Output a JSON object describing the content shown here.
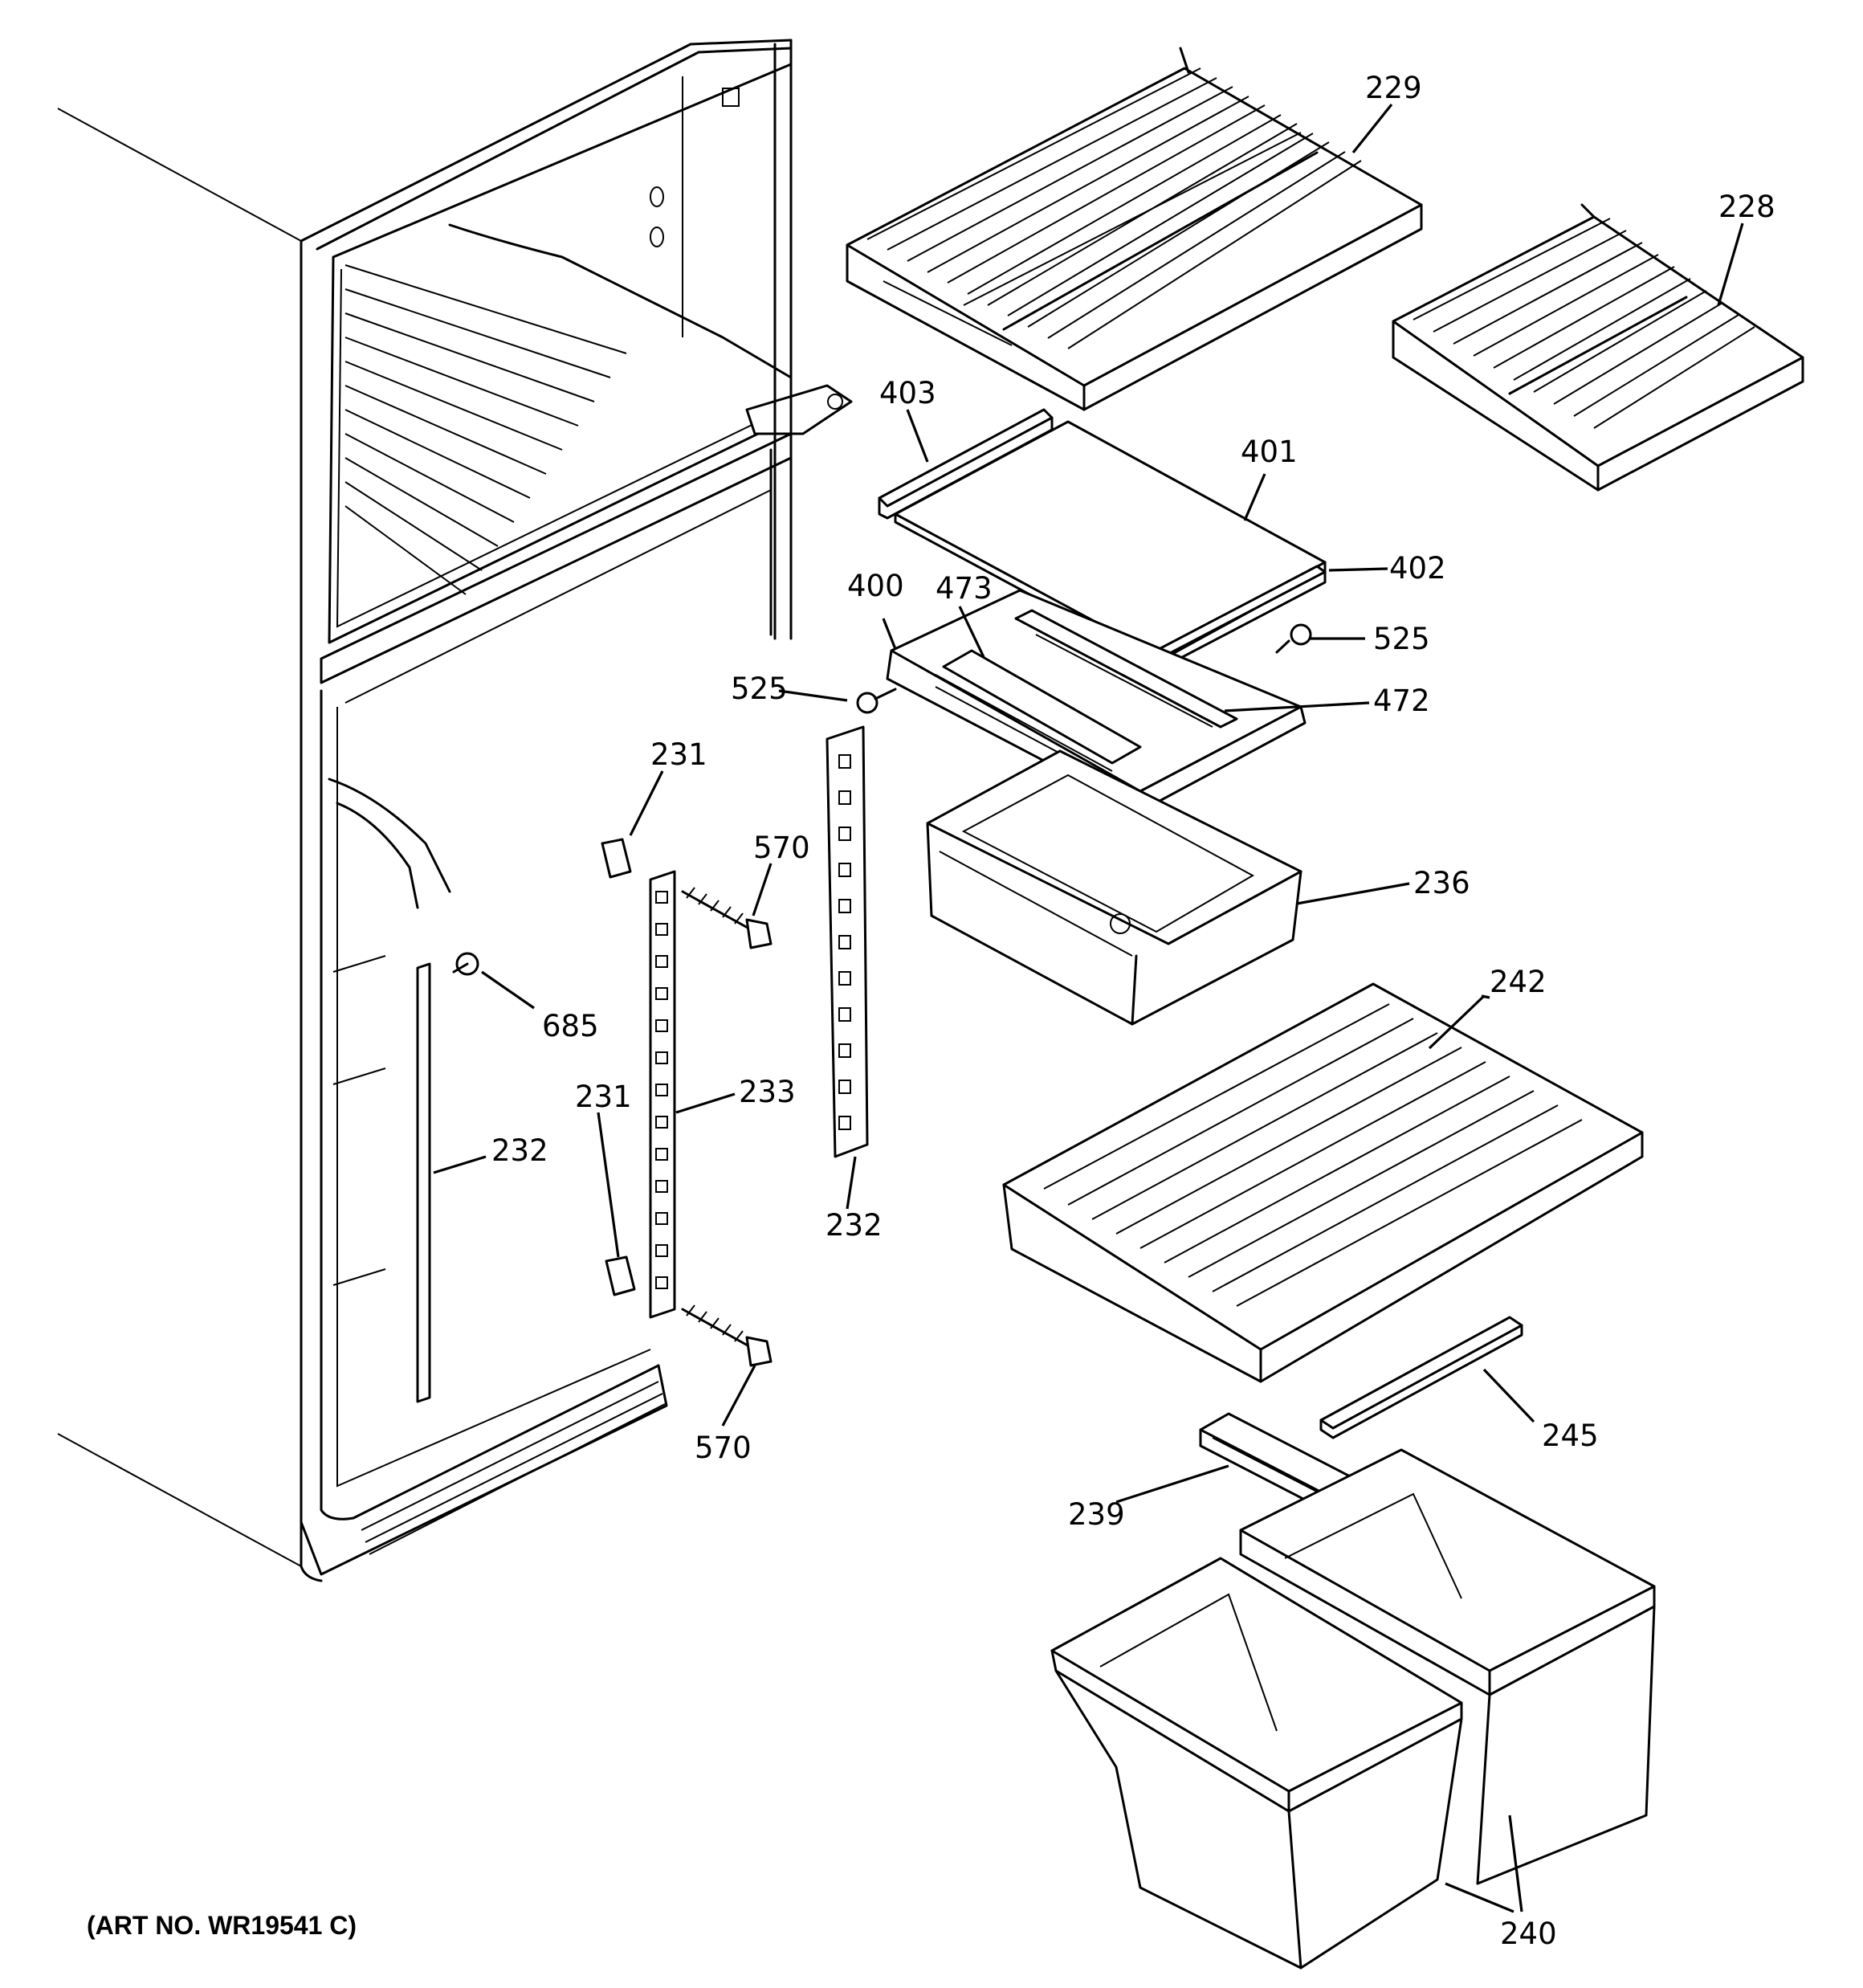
{
  "art_number": "(ART NO. WR19541 C)",
  "labels": {
    "p229": "229",
    "p228": "228",
    "p403": "403",
    "p401": "401",
    "p402": "402",
    "p400": "400",
    "p473": "473",
    "p525a": "525",
    "p525b": "525",
    "p472": "472",
    "p231a": "231",
    "p570a": "570",
    "p236": "236",
    "p685": "685",
    "p242": "242",
    "p233": "233",
    "p231b": "231",
    "p232a": "232",
    "p232b": "232",
    "p570b": "570",
    "p245": "245",
    "p239": "239",
    "p240": "240"
  }
}
